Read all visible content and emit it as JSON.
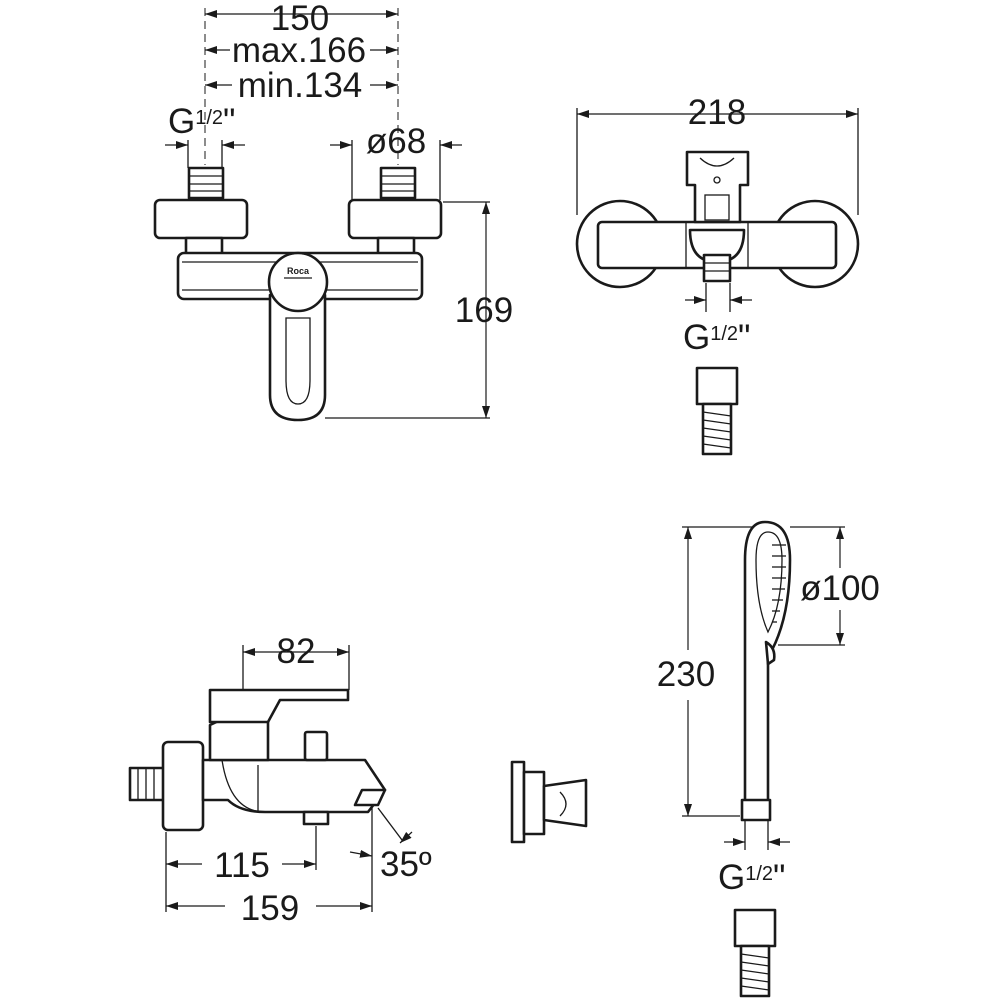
{
  "drawing": {
    "front_view": {
      "width_label": "150",
      "max_label": "max.166",
      "min_label": "min.134",
      "thread_label_main": "G",
      "thread_label_fraction": "1/2",
      "thread_label_inch": "\"",
      "escutcheon_label": "ø68",
      "height_label": "169",
      "logo_text": "Roca"
    },
    "top_view": {
      "width_label": "218",
      "thread_label_main": "G",
      "thread_label_fraction": "1/2",
      "thread_label_inch": "\""
    },
    "side_view": {
      "lever_label": "82",
      "spout_label": "115",
      "depth_label": "159",
      "angle_label": "35º"
    },
    "hand_shower": {
      "length_label": "230",
      "head_label": "ø100",
      "thread_label_main": "G",
      "thread_label_fraction": "1/2",
      "thread_label_inch": "\""
    }
  }
}
